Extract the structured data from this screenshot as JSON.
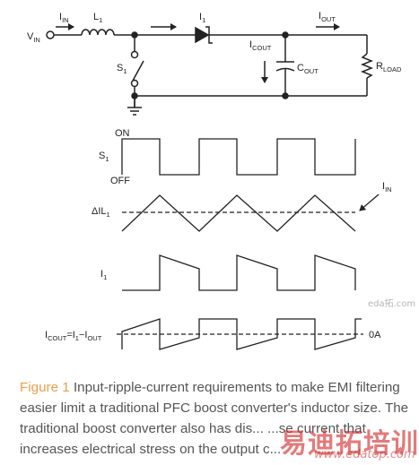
{
  "circuit": {
    "vin": {
      "main": "V",
      "sub": "IN"
    },
    "iin": {
      "main": "I",
      "sub": "IN"
    },
    "l1": {
      "main": "L",
      "sub": "1"
    },
    "i1": {
      "main": "I",
      "sub": "1"
    },
    "iout": {
      "main": "I",
      "sub": "OUT"
    },
    "icout": {
      "main": "I",
      "sub": "COUT"
    },
    "cout": {
      "main": "C",
      "sub": "OUT"
    },
    "rload": {
      "main": "R",
      "sub": "LOAD"
    },
    "s1": {
      "main": "S",
      "sub": "1"
    }
  },
  "waveforms": {
    "s1": {
      "main": "S",
      "sub": "1",
      "on": "ON",
      "off": "OFF"
    },
    "dil1": {
      "main": "ΔIL",
      "sub": "1"
    },
    "iin": {
      "main": "I",
      "sub": "IN"
    },
    "i1": {
      "main": "I",
      "sub": "1"
    },
    "icout": {
      "a": "I",
      "a_sub": "COUT",
      "b": "=I",
      "b_sub": "1",
      "c": "−I",
      "c_sub": "OUT"
    },
    "zero": "0A"
  },
  "caption": {
    "label": "Figure 1",
    "text": " Input-ripple-current requirements to make EMI filtering easier limit a traditional PFC boost converter's inductor size. The traditional boost converter also has dis... ...se current that increases electrical stress on the output c..."
  },
  "watermarks": {
    "main": "易迪拓培训",
    "url": "www.edatop.com",
    "small": "eda拓.com"
  },
  "colors": {
    "ink": "#222222",
    "caption": "#555555",
    "figure_label": "#e8a04a",
    "watermark": "#d22828"
  }
}
